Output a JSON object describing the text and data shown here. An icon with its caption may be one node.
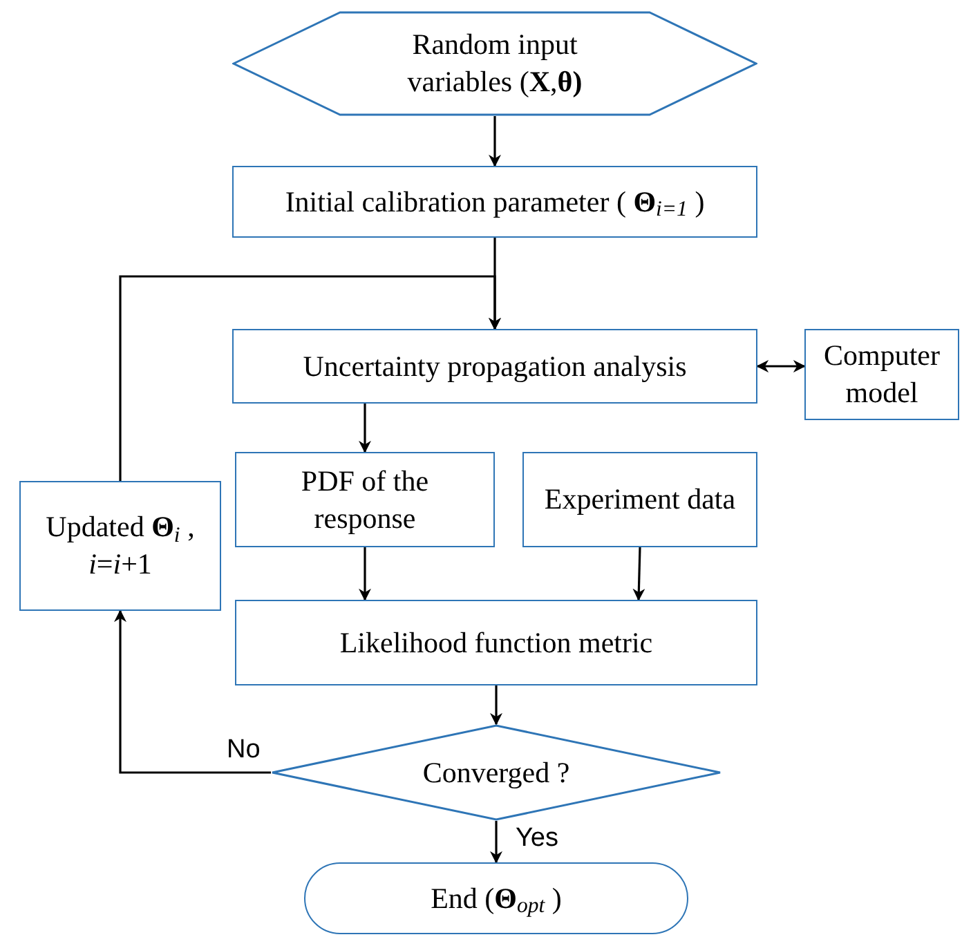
{
  "diagram": {
    "nodes": [
      {
        "text": [
          "Random input variables (**X**,**θ)**"
        ]
      },
      {
        "text": [
          "Initial calibration parameter ( **Θ**$_{i=1}$ )"
        ]
      },
      {
        "text": [
          "Uncertainty propagation analysis"
        ]
      },
      {
        "text": [
          "Computer model"
        ]
      },
      {
        "text": [
          "PDF of the response"
        ]
      },
      {
        "text": [
          "Experiment data"
        ]
      },
      {
        "text": [
          "Updated **Θ**$_{i}$ , *i*=*i*+1"
        ]
      },
      {
        "text": [
          "Likelihood function metric"
        ]
      },
      {
        "text": [
          "Converged ?"
        ]
      },
      {
        "text": [
          "End (**Θ**$_{opt}$ )"
        ]
      }
    ],
    "edges": [
      {
        "from": 0,
        "to": 1,
        "arrow": "to"
      },
      {
        "from": 1,
        "to": 2,
        "arrow": "to"
      },
      {
        "from": 2,
        "to": 3,
        "arrow": "both"
      },
      {
        "from": 2,
        "to": 4,
        "arrow": "to"
      },
      {
        "from": 4,
        "to": 7,
        "arrow": "to"
      },
      {
        "from": 5,
        "to": 7,
        "arrow": "to"
      },
      {
        "from": 7,
        "to": 8,
        "arrow": "to"
      },
      {
        "from": 8,
        "to": 9,
        "arrow": "to",
        "label": "Yes"
      },
      {
        "from": 8,
        "to": 6,
        "arrow": "to",
        "label": "No"
      },
      {
        "from": 6,
        "to": 2,
        "arrow": "to"
      }
    ]
  }
}
